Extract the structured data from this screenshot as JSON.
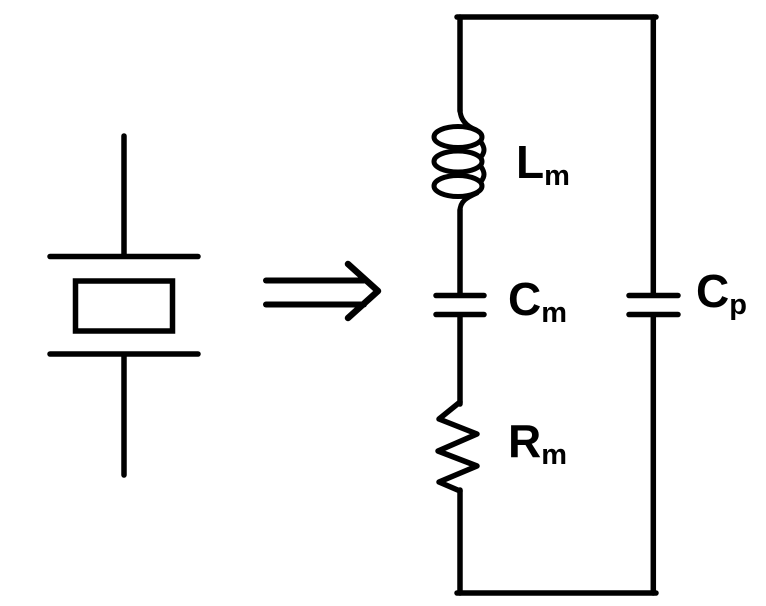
{
  "figure": {
    "background_color": "#ffffff",
    "line_color": "#000000",
    "left_symbol": "quartz-crystal-schematic-symbol",
    "arrow_symbol": "double-line-right-arrow",
    "components": [
      {
        "id": "motional-inductor",
        "label": "L",
        "subscript": "m"
      },
      {
        "id": "motional-capacitor",
        "label": "C",
        "subscript": "m"
      },
      {
        "id": "motional-resistor",
        "label": "R",
        "subscript": "m"
      },
      {
        "id": "parallel-capacitor",
        "label": "C",
        "subscript": "p"
      }
    ]
  }
}
